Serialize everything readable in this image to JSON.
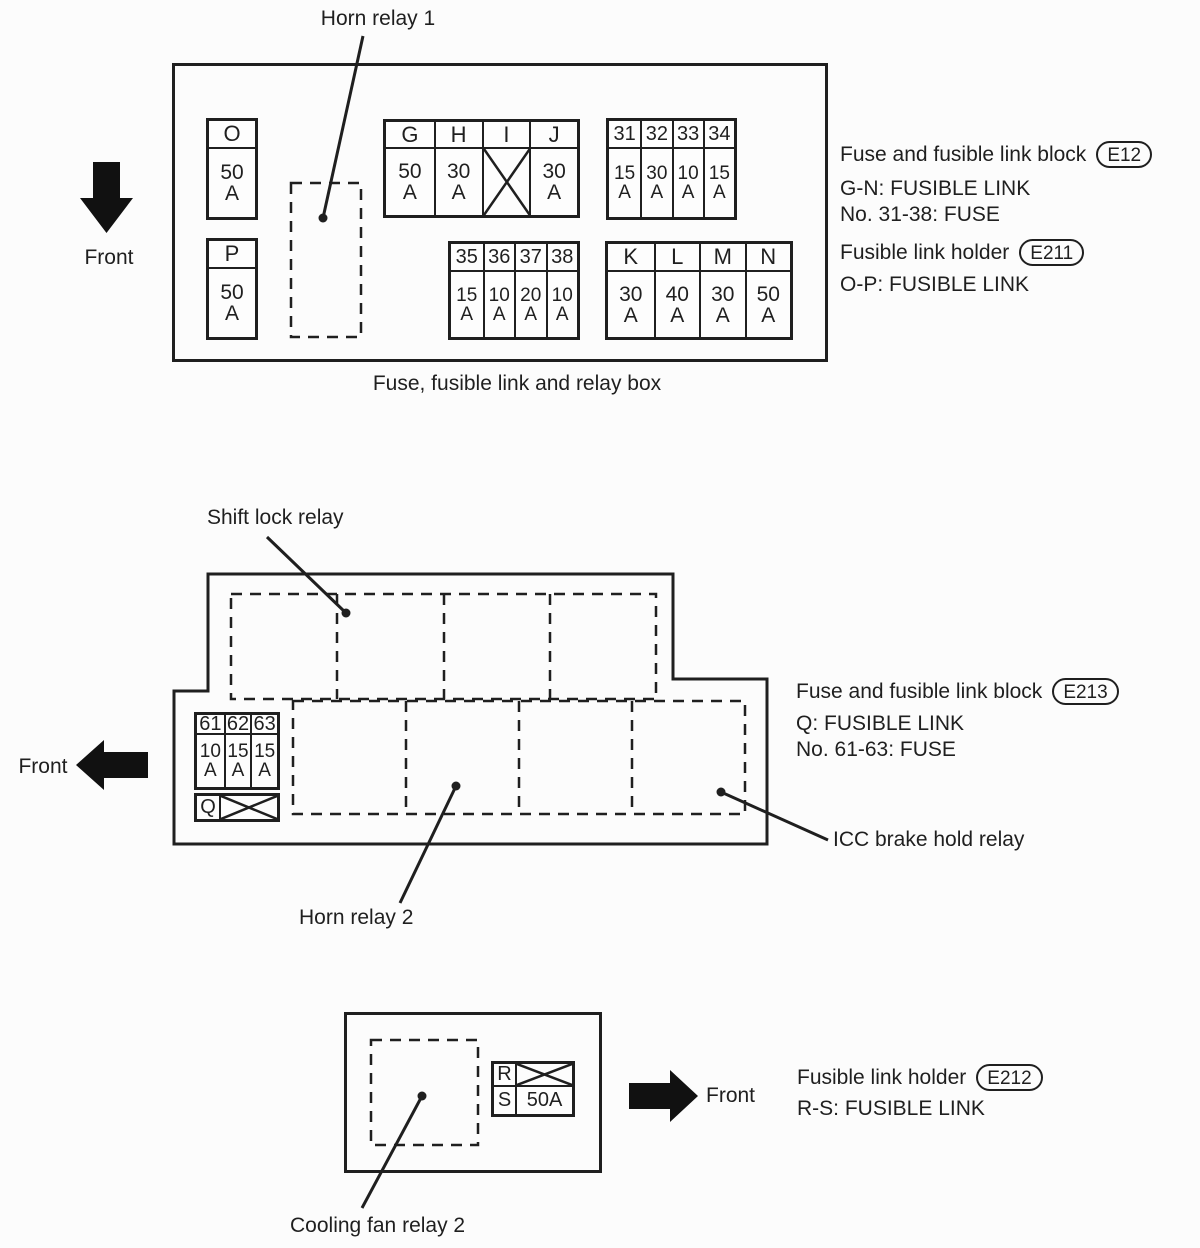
{
  "colors": {
    "ink": "#1f1f1f",
    "paper": "#fcfcfc"
  },
  "top_diagram": {
    "pointer_label": "Horn relay 1",
    "front_label": "Front",
    "caption": "Fuse, fusible link and relay box",
    "fuse_o": {
      "label": "O",
      "amp": "50\nA"
    },
    "fuse_p": {
      "label": "P",
      "amp": "50\nA"
    },
    "block_ghij": {
      "headers": [
        "G",
        "H",
        "I",
        "J"
      ],
      "amps": [
        "50\nA",
        "30\nA",
        "",
        "30\nA"
      ],
      "crossed_index": 2
    },
    "block_31_34": {
      "headers": [
        "31",
        "32",
        "33",
        "34"
      ],
      "amps": [
        "15\nA",
        "30\nA",
        "10\nA",
        "15\nA"
      ]
    },
    "block_35_38": {
      "headers": [
        "35",
        "36",
        "37",
        "38"
      ],
      "amps": [
        "15\nA",
        "10\nA",
        "20\nA",
        "10\nA"
      ]
    },
    "block_klmn": {
      "headers": [
        "K",
        "L",
        "M",
        "N"
      ],
      "amps": [
        "30\nA",
        "40\nA",
        "30\nA",
        "50\nA"
      ]
    },
    "annotations": {
      "line1": "Fuse and fusible link block",
      "badge1": "E12",
      "line2": "G-N: FUSIBLE LINK",
      "line3": "No. 31-38: FUSE",
      "line4": "Fusible link holder",
      "badge2": "E211",
      "line5": "O-P: FUSIBLE LINK"
    }
  },
  "middle_diagram": {
    "shift_lock_label": "Shift lock relay",
    "horn_relay_2_label": "Horn relay 2",
    "icc_label": "ICC brake hold relay",
    "front_label": "Front",
    "block_61_63": {
      "headers": [
        "61",
        "62",
        "63"
      ],
      "amps": [
        "10\nA",
        "15\nA",
        "15\nA"
      ]
    },
    "fuse_q_label": "Q",
    "annotations": {
      "line1": "Fuse and fusible link block",
      "badge": "E213",
      "line2": "Q: FUSIBLE LINK",
      "line3": "No. 61-63: FUSE"
    }
  },
  "bottom_diagram": {
    "cooling_fan_label": "Cooling fan relay 2",
    "front_label": "Front",
    "fuse_r_label": "R",
    "fuse_s_label": "S",
    "fuse_s_amp": "50A",
    "annotations": {
      "line1": "Fusible link holder",
      "badge": "E212",
      "line2": "R-S: FUSIBLE LINK"
    }
  }
}
